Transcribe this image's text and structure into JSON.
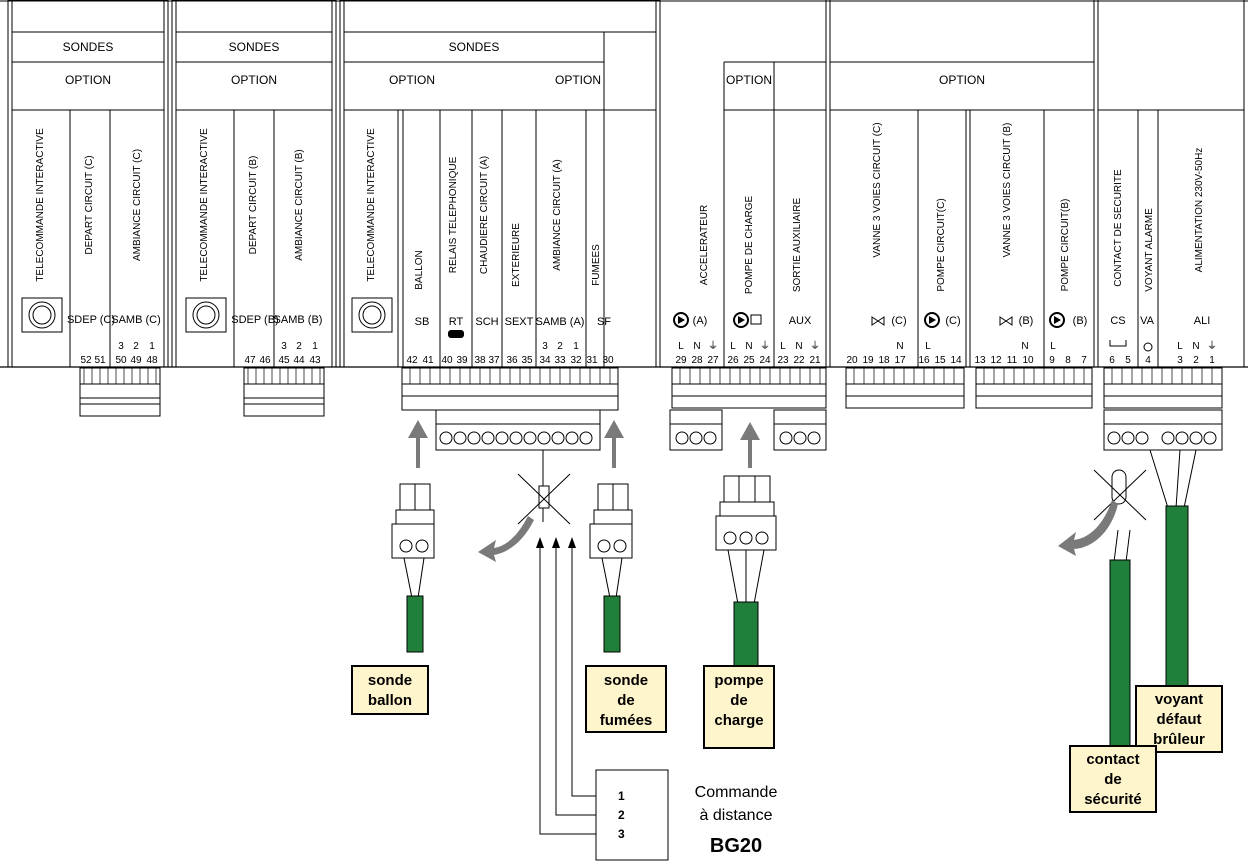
{
  "panels": [
    {
      "top": [
        "SONDES",
        "OPTION"
      ],
      "columns": [
        "TELECOMMANDE INTERACTIVE",
        "DEPART CIRCUIT (C)",
        "AMBIANCE CIRCUIT (C)"
      ],
      "codes": [
        "SDEP (C)",
        "SAMB (C)"
      ],
      "terminals": [
        "52",
        "51",
        "50",
        "49",
        "48"
      ],
      "pins": [
        "3",
        "2",
        "1"
      ]
    },
    {
      "top": [
        "SONDES",
        "OPTION"
      ],
      "columns": [
        "TELECOMMANDE INTERACTIVE",
        "DEPART CIRCUIT (B)",
        "AMBIANCE CIRCUIT (B)"
      ],
      "codes": [
        "SDEP (B)",
        "SAMB (B)"
      ],
      "terminals": [
        "47",
        "46",
        "45",
        "44",
        "43"
      ],
      "pins": [
        "3",
        "2",
        "1"
      ]
    },
    {
      "top": [
        "SONDES",
        "OPTION",
        "OPTION"
      ],
      "columns": [
        "TELECOMMANDE INTERACTIVE",
        "BALLON",
        "RELAIS TELEPHONIQUE",
        "CHAUDIERE CIRCUIT (A)",
        "EXTERIEURE",
        "AMBIANCE CIRCUIT (A)",
        "FUMEES"
      ],
      "codes": [
        "SB",
        "RT",
        "SCH",
        "SEXT",
        "SAMB (A)",
        "SF"
      ],
      "terminals": [
        "42",
        "41",
        "40",
        "39",
        "38",
        "37",
        "36",
        "35",
        "34",
        "33",
        "32",
        "31",
        "30"
      ],
      "pins": [
        "3",
        "2",
        "1"
      ]
    },
    {
      "top": [
        "OPTION"
      ],
      "columns": [
        "ACCELERATEUR",
        "POMPE DE CHARGE",
        "SORTIE AUXILIAIRE"
      ],
      "codes": [
        "(A)",
        "AUX"
      ],
      "terminals": [
        "29",
        "28",
        "27",
        "26",
        "25",
        "24",
        "23",
        "22",
        "21"
      ],
      "pins": [
        "L",
        "N",
        "⏚"
      ]
    },
    {
      "top": [
        "OPTION"
      ],
      "columns": [
        "VANNE 3 VOIES CIRCUIT (C)",
        "POMPE CIRCUIT(C)",
        "VANNE 3 VOIES CIRCUIT (B)",
        "POMPE CIRCUIT(B)"
      ],
      "codes": [
        "(C)",
        "(C)",
        "(B)",
        "(B)"
      ],
      "terminals": [
        "20",
        "19",
        "18",
        "17",
        "16",
        "15",
        "14",
        "13",
        "12",
        "11",
        "10",
        "9",
        "8",
        "7"
      ],
      "pins": [
        "N",
        "L"
      ]
    },
    {
      "top": [],
      "columns": [
        "CONTACT DE SECURITE",
        "VOYANT ALARME",
        "ALIMENTATION 230V-50Hz"
      ],
      "codes": [
        "CS",
        "VA",
        "ALI"
      ],
      "terminals": [
        "6",
        "5",
        "4",
        "3",
        "2",
        "1"
      ],
      "pins": [
        "L",
        "N",
        "⏚"
      ]
    }
  ],
  "labels": {
    "sonde_ballon": [
      "sonde",
      "ballon"
    ],
    "sonde_fumees": [
      "sonde",
      "de",
      "fumées"
    ],
    "pompe_charge": [
      "pompe",
      "de",
      "charge"
    ],
    "voyant": [
      "voyant",
      "défaut",
      "brûleur"
    ],
    "contact": [
      "contact",
      "de",
      "sécurité"
    ]
  },
  "remote": {
    "pins": [
      "1",
      "2",
      "3"
    ],
    "line1": "Commande",
    "line2": "à distance",
    "model": "BG20"
  },
  "colors": {
    "cable": "#1f7f3b",
    "label_bg": "#fff5cc",
    "arrow": "#7a7a7a"
  }
}
